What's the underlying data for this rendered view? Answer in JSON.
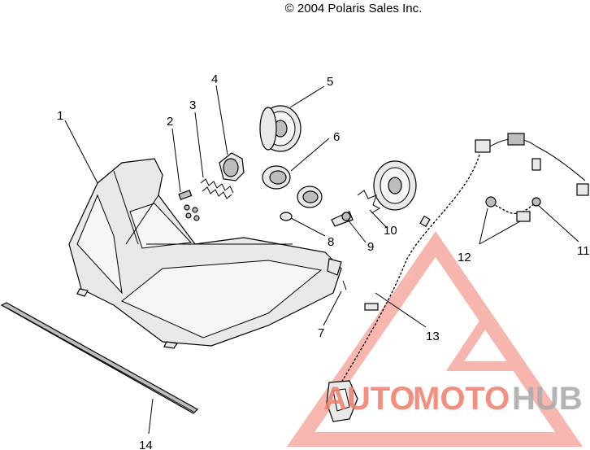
{
  "header": {
    "copyright": "© 2004 Polaris Sales Inc."
  },
  "callouts": [
    {
      "id": "1",
      "label": "1"
    },
    {
      "id": "2",
      "label": "2"
    },
    {
      "id": "3",
      "label": "3"
    },
    {
      "id": "4",
      "label": "4"
    },
    {
      "id": "5",
      "label": "5"
    },
    {
      "id": "6",
      "label": "6"
    },
    {
      "id": "7",
      "label": "7"
    },
    {
      "id": "8",
      "label": "8"
    },
    {
      "id": "9",
      "label": "9"
    },
    {
      "id": "10",
      "label": "10"
    },
    {
      "id": "11",
      "label": "11"
    },
    {
      "id": "12",
      "label": "12"
    },
    {
      "id": "13",
      "label": "13"
    },
    {
      "id": "14",
      "label": "14"
    }
  ],
  "watermark": {
    "part1": "AUTO",
    "part2": "MOTO",
    "part3": "HUB",
    "colors": {
      "accent": "#f07c6c",
      "neutral": "#a9a9a9"
    }
  }
}
